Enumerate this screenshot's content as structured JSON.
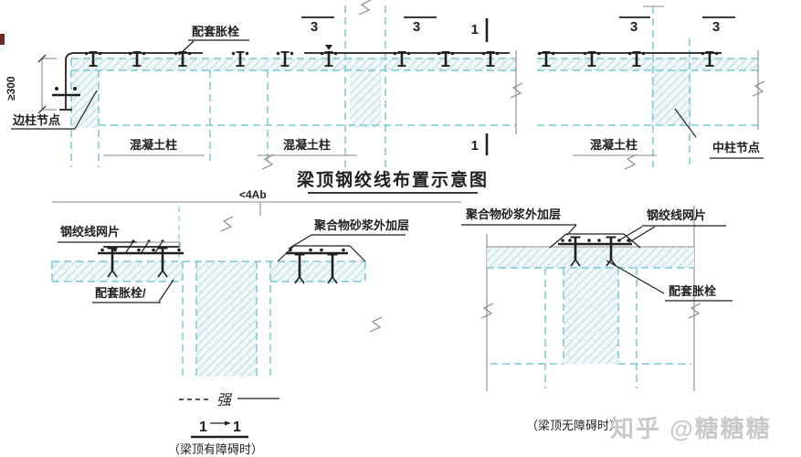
{
  "title": "梁顶钢绞线布置示意图",
  "top_view": {
    "bolt_label": "配套胀栓",
    "dim_min300": "≥300",
    "edge_node": "边柱节点",
    "col_label_1": "混凝土柱",
    "col_label_2": "混凝土柱",
    "col_label_3": "混凝土柱",
    "mid_node": "中柱节点",
    "sec3_1": "3",
    "sec3_2": "3",
    "sec3_3": "3",
    "sec3_4": "3",
    "sec1_top": "1",
    "sec1_bottom": "1"
  },
  "detail_blocked": {
    "dim_4ab": "<4Ab",
    "mesh_label": "钢绞线网片",
    "mortar_label": "聚合物砂浆外加层",
    "bolt_label": "配套胀栓/",
    "note_strong": "强",
    "sec_left": "1",
    "sec_right": "1",
    "caption": "（梁顶有障碍时）"
  },
  "detail_clear": {
    "mortar_label": "聚合物砂浆外加层",
    "mesh_label": "钢绞线网片",
    "bolt_label": "配套胀栓",
    "caption": "（梁顶无障碍时）"
  },
  "watermark": "知乎 @糖糖糖",
  "colors": {
    "outline_dash": "#7cc8d2",
    "hatch_line": "#bcd9de",
    "hatch_bg": "#f1f8f9",
    "ink": "#1f1f1f",
    "gray_line": "#8a8a8a",
    "watermark": "#c9c9c9",
    "edge_artifact": "#6b2b2b"
  }
}
